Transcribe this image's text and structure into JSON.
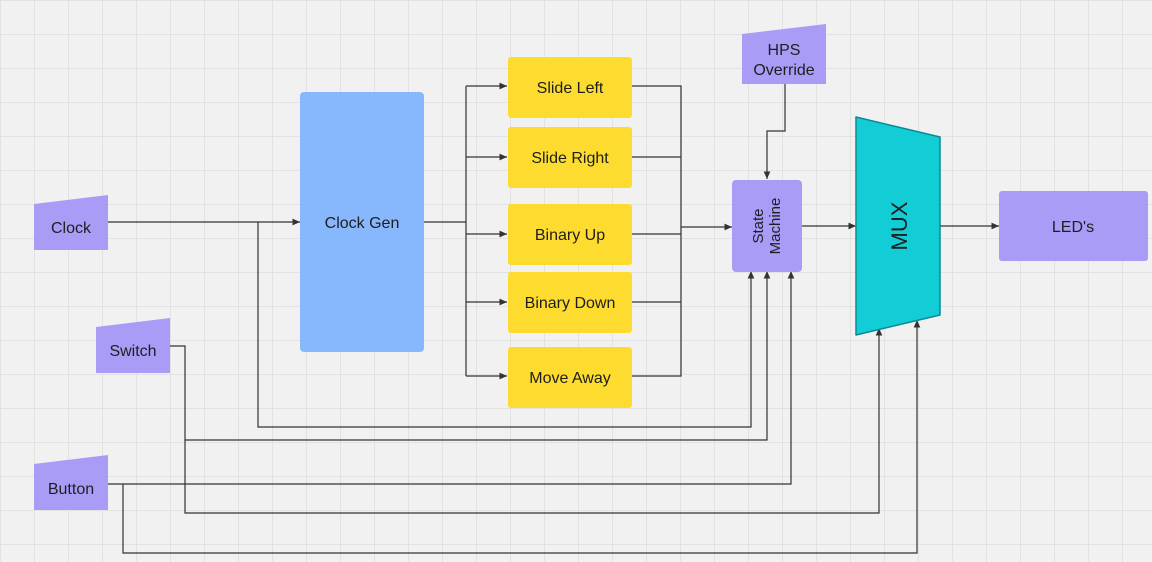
{
  "diagram": {
    "colors": {
      "input": "#a99cf7",
      "clock_gen": "#87b8fe",
      "mode": "#fddc2f",
      "mux": "#12ccd6",
      "mux_border": "#0a8a93",
      "line": "#333333",
      "text": "#1e1e1e"
    },
    "inputs": {
      "clock": "Clock",
      "switch": "Switch",
      "button": "Button",
      "hps_line1": "HPS",
      "hps_line2": "Override"
    },
    "clock_gen": "Clock Gen",
    "modes": [
      "Slide Left",
      "Slide Right",
      "Binary Up",
      "Binary Down",
      "Move Away"
    ],
    "state_machine_line1": "State",
    "state_machine_line2": "Machine",
    "mux": "MUX",
    "output": "LED's"
  }
}
